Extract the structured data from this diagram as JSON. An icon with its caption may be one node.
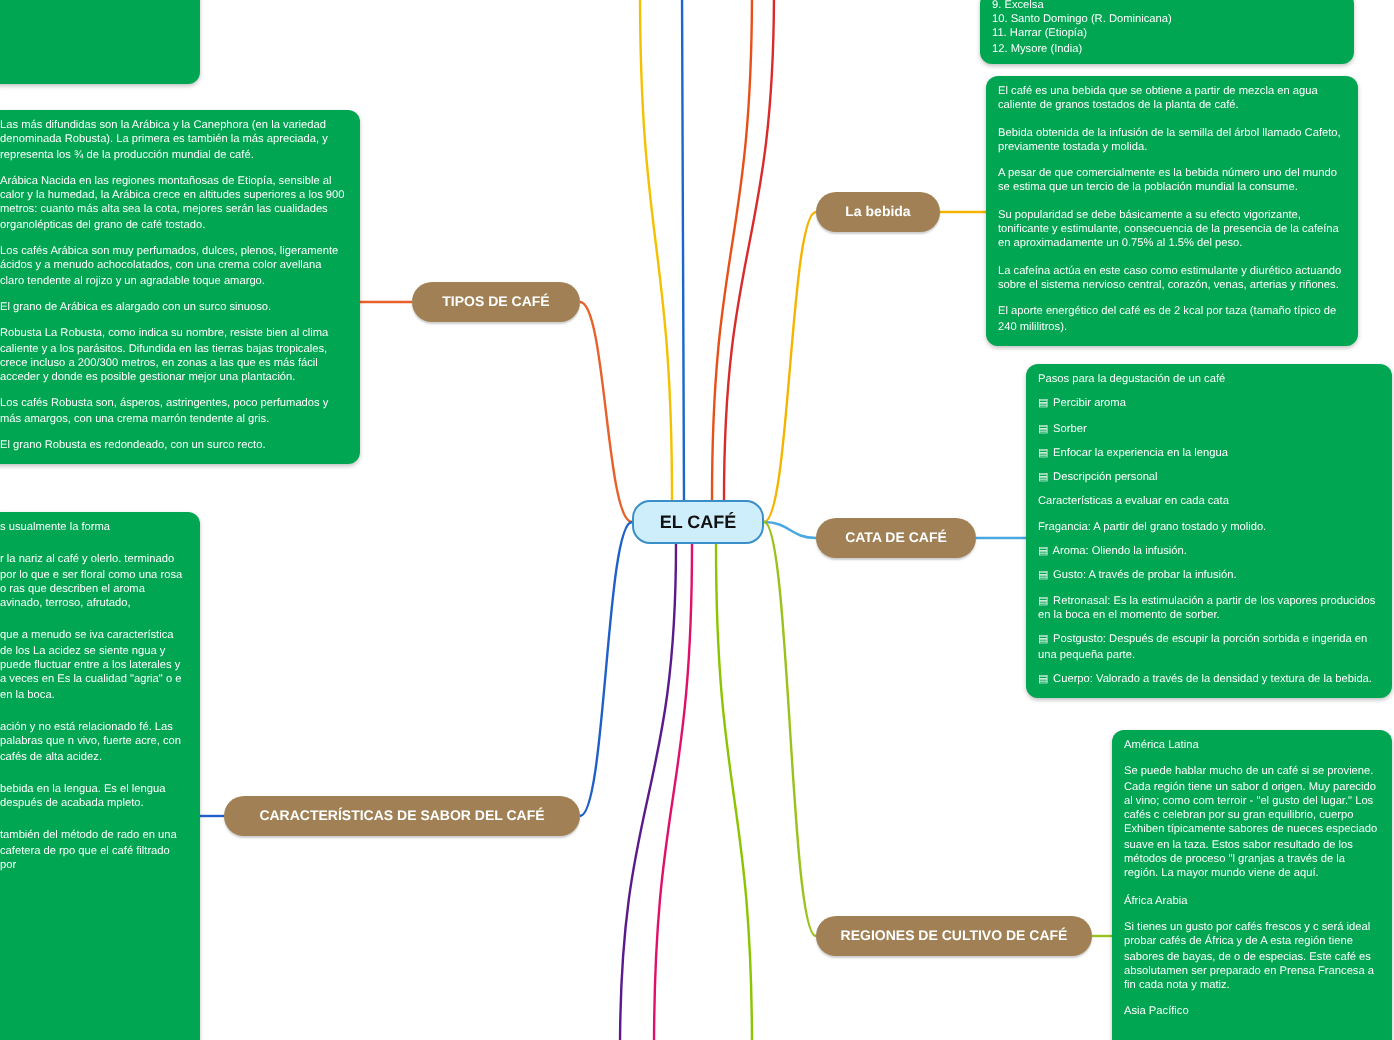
{
  "diagram": {
    "nodes": [
      {
        "text": [
          "EL CAFÉ"
        ]
      },
      {
        "text": [
          "TIPOS DE CAFÉ"
        ]
      },
      {
        "text": [
          "Las más difundidas son la Arábica y la Canephora (en la variedad denominada Robusta). La primera es también la más apreciada, y representa los ¾ de la producción mundial de café.",
          "Arábica Nacida en las regiones montañosas de Etiopía, sensible al calor y la humedad, la Arábica crece en altitudes superiores a los 900 metros: cuanto más alta sea la cota, mejores serán las cualidades organolépticas del grano de café tostado.",
          "Los cafés Arábica son muy perfumados, dulces, plenos, ligeramente ácidos y a menudo achocolatados, con una crema color avellana claro tendente al rojizo y un agradable toque amargo.",
          "El grano de Arábica es alargado con un surco sinuoso.",
          "Robusta La Robusta, como indica su nombre, resiste bien al clima caliente y a los parásitos. Difundida en las tierras bajas tropicales, crece incluso a 200/300 metros, en zonas a las que es más fácil acceder y donde es posible gestionar mejor una plantación.",
          "Los cafés Robusta son, ásperos, astringentes, poco perfumados y más amargos, con una crema marrón tendente al gris.",
          "El grano Robusta es redondeado, con un surco recto."
        ]
      },
      {
        "text": [
          "CARACTERÍSTICAS DE SABOR DEL CAFÉ"
        ]
      },
      {
        "text": [
          "s usualmente la forma",
          "r la nariz al café y olerlo. terminado por lo que e ser floral como una rosa o ras que describen el aroma avinado, terroso, afrutado,",
          "que a menudo se iva característica de los La acidez se siente ngua y puede fluctuar entre a los laterales y a veces en Es la cualidad \"agria\" o e en la boca.",
          "ación y no está relacionado fé. Las palabras que n vivo, fuerte acre, con cafés de alta acidez.",
          "bebida en la lengua. Es el lengua después de acabada mpleto.",
          "también del método de rado en una cafetera de rpo que el café filtrado por"
        ]
      },
      {
        "text": [
          "La bebida"
        ]
      },
      {
        "text": [
          "El café es una bebida que se obtiene a partir de mezcla en agua caliente de granos tostados de la planta de café.",
          "Bebida obtenida de la infusión de la semilla del árbol llamado Cafeto, previamente tostada y molida.",
          "A pesar de que comercialmente es la bebida número uno del mundo se estima que un tercio de la población mundial la consume.",
          "Su popularidad se debe básicamente a su efecto vigorizante, tonificante y estimulante, consecuencia de la presencia de la cafeína en aproximadamente un 0.75% al 1.5% del peso.",
          "La cafeína actúa en este caso como estimulante y diurético actuando sobre el sistema nervioso central, corazón, venas, arterias y riñones.",
          "El aporte energético del café es de 2 kcal por taza (tamaño típico de 240 mililitros)."
        ]
      },
      {
        "text": [
          "CATA DE CAFÉ"
        ]
      },
      {
        "text": [
          "Pasos para la degustación de un café",
          "▤ Percibir aroma",
          "▤ Sorber",
          "▤ Enfocar la experiencia en la lengua",
          "▤ Descripción personal",
          "Características a evaluar en cada cata",
          "Fragancia: A partir del grano tostado y molido.",
          "▤ Aroma: Oliendo la infusión.",
          "▤ Gusto: A través de probar la infusión.",
          "▤ Retronasal: Es la estimulación a partir de los vapores producidos en la boca en el momento de sorber.",
          "▤ Postgusto: Después de escupir la porción sorbida e ingerida en una pequeña parte.",
          "▤ Cuerpo: Valorado a través de la densidad y textura de la bebida."
        ]
      },
      {
        "text": [
          "REGIONES DE CULTIVO DE CAFÉ"
        ]
      },
      {
        "text": [
          "América Latina",
          "Se puede hablar mucho de un café si se proviene. Cada región tiene un sabor d origen. Muy parecido al vino; como com terroir - \"el gusto del lugar.\" Los cafés c celebran por su gran equilibrio, cuerpo Exhiben típicamente sabores de nueces especiado suave en la taza. Estos sabor resultado de los métodos de proceso \"l granjas a través de la región. La mayor mundo viene de aquí.",
          "África Arabia",
          "Si tienes un gusto por cafés frescos y c será ideal probar cafés de África y de A esta región tiene sabores de bayas, de o de especias. Este café es absolutamen ser preparado en Prensa Francesa a fin cada nota y matiz.",
          "Asia Pacífico"
        ]
      },
      {
        "text": [],
        "shape": "box"
      },
      {
        "text": [
          "9. Excelsa",
          "10. Santo Domingo (R. Dominicana)",
          "11. Harrar (Etiopía)",
          "12. Mysore (India)"
        ]
      }
    ],
    "edges": [
      {
        "from": 0,
        "to": 1,
        "arrow": "none",
        "color": "#e8602a"
      },
      {
        "from": 1,
        "to": 2,
        "arrow": "none",
        "color": "#e8602a"
      },
      {
        "from": 0,
        "to": 3,
        "arrow": "none",
        "color": "#1e60c8"
      },
      {
        "from": 3,
        "to": 4,
        "arrow": "none",
        "color": "#1e60c8"
      },
      {
        "from": 0,
        "to": 5,
        "arrow": "none",
        "color": "#f5b400"
      },
      {
        "from": 5,
        "to": 6,
        "arrow": "none",
        "color": "#f5b400"
      },
      {
        "from": 0,
        "to": 7,
        "arrow": "none",
        "color": "#49a8e0"
      },
      {
        "from": 7,
        "to": 8,
        "arrow": "none",
        "color": "#49a8e0"
      },
      {
        "from": 0,
        "to": 9,
        "arrow": "none",
        "color": "#99c21a"
      },
      {
        "from": 9,
        "to": 10,
        "arrow": "none",
        "color": "#99c21a"
      },
      {
        "from": 0,
        "to": null,
        "arrow": "none",
        "color": "#f5c000"
      },
      {
        "from": 0,
        "to": null,
        "arrow": "none",
        "color": "#1a66cc"
      },
      {
        "from": 0,
        "to": null,
        "arrow": "none",
        "color": "#e8501a"
      },
      {
        "from": 0,
        "to": null,
        "arrow": "none",
        "color": "#d92b2b"
      },
      {
        "from": 0,
        "to": null,
        "arrow": "none",
        "color": "#5a1a8c"
      },
      {
        "from": 0,
        "to": null,
        "arrow": "none",
        "color": "#e0106a"
      },
      {
        "from": 0,
        "to": null,
        "arrow": "none",
        "color": "#8bc400"
      }
    ]
  }
}
